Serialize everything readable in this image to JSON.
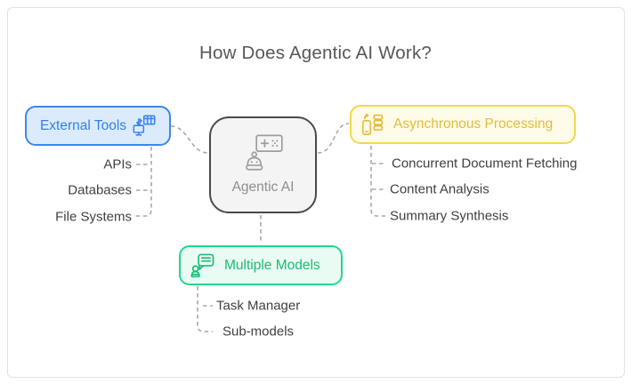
{
  "title": "How Does Agentic AI Work?",
  "center_node": {
    "label": "Agentic AI",
    "icon": "agent-robot-board-icon",
    "fill": "#f4f4f4",
    "border": "#4a4a4a",
    "text_color": "#8e8e8e"
  },
  "branches": {
    "external_tools": {
      "label": "External Tools",
      "icon": "monitor-table-sync-icon",
      "accent": "#2f80ed",
      "border": "#3e86ec",
      "fill": "#dcebfb",
      "children": [
        "APIs",
        "Databases",
        "File Systems"
      ]
    },
    "asynchronous_processing": {
      "label": "Asynchronous Processing",
      "icon": "phone-database-upload-icon",
      "accent": "#e2bc3f",
      "border": "#f2d94b",
      "fill": "#fefbe8",
      "children": [
        "Concurrent Document Fetching",
        "Content Analysis",
        "Summary Synthesis"
      ]
    },
    "multiple_models": {
      "label": "Multiple Models",
      "icon": "robot-chat-bubble-icon",
      "accent": "#16be77",
      "border": "#25d68a",
      "fill": "#e9fbf2",
      "children": [
        "Task Manager",
        "Sub-models"
      ]
    }
  },
  "connector_color": "#a8a8a8"
}
